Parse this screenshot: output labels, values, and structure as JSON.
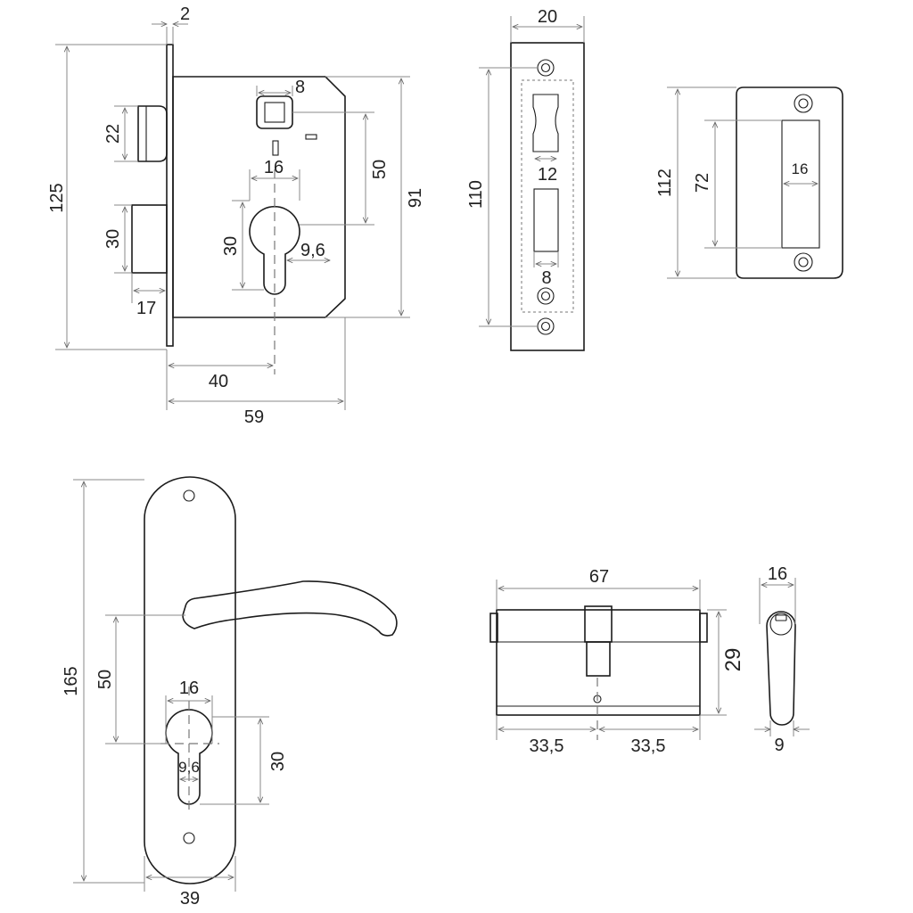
{
  "mortise": {
    "d_faceplate_thickness": "2",
    "d_height": "125",
    "d_latch_height": "22",
    "d_bolt_height": "30",
    "d_bolt_throw": "17",
    "d_spindle": "8",
    "d_centre_distance": "50",
    "d_body_height": "91",
    "d_cyl_width": "16",
    "d_cyl_height": "30",
    "d_cyl_cam": "9,6",
    "d_backset": "40",
    "d_depth": "59"
  },
  "strike": {
    "d_width": "20",
    "d_fix_centres": "110",
    "d_latch_slot": "12",
    "d_bolt_slot": "8"
  },
  "keep": {
    "d_height": "112",
    "d_opening_height": "72",
    "d_opening_width": "16"
  },
  "handle": {
    "d_height": "165",
    "d_centre_distance": "50",
    "d_cyl_width": "16",
    "d_cyl_cam": "9,6",
    "d_cyl_height": "30",
    "d_width": "39"
  },
  "cylinder": {
    "d_length": "67",
    "d_height": "29",
    "d_half_left": "33,5",
    "d_half_right": "33,5"
  },
  "cylinder_end": {
    "d_width": "16",
    "d_cam": "9"
  }
}
